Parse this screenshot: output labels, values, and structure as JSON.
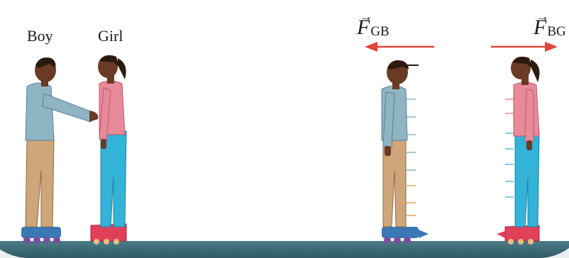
{
  "labels": {
    "boy": "Boy",
    "girl": "Girl"
  },
  "forces": {
    "f_gb": {
      "symbol": "F",
      "subscript": "GB"
    },
    "f_bg": {
      "symbol": "F",
      "subscript": "BG"
    }
  },
  "colors": {
    "arrow": "#e0463a",
    "floor": "#3f6f7a",
    "shirt_boy": "#8fb4c4",
    "pants_boy": "#cfa67a",
    "shirt_girl": "#e88a9a",
    "pants_girl": "#33b3d8",
    "skin": "#6b3a24",
    "hair": "#2a1a10",
    "skate_boy": "#3b78b5",
    "skate_girl": "#e0405a"
  }
}
